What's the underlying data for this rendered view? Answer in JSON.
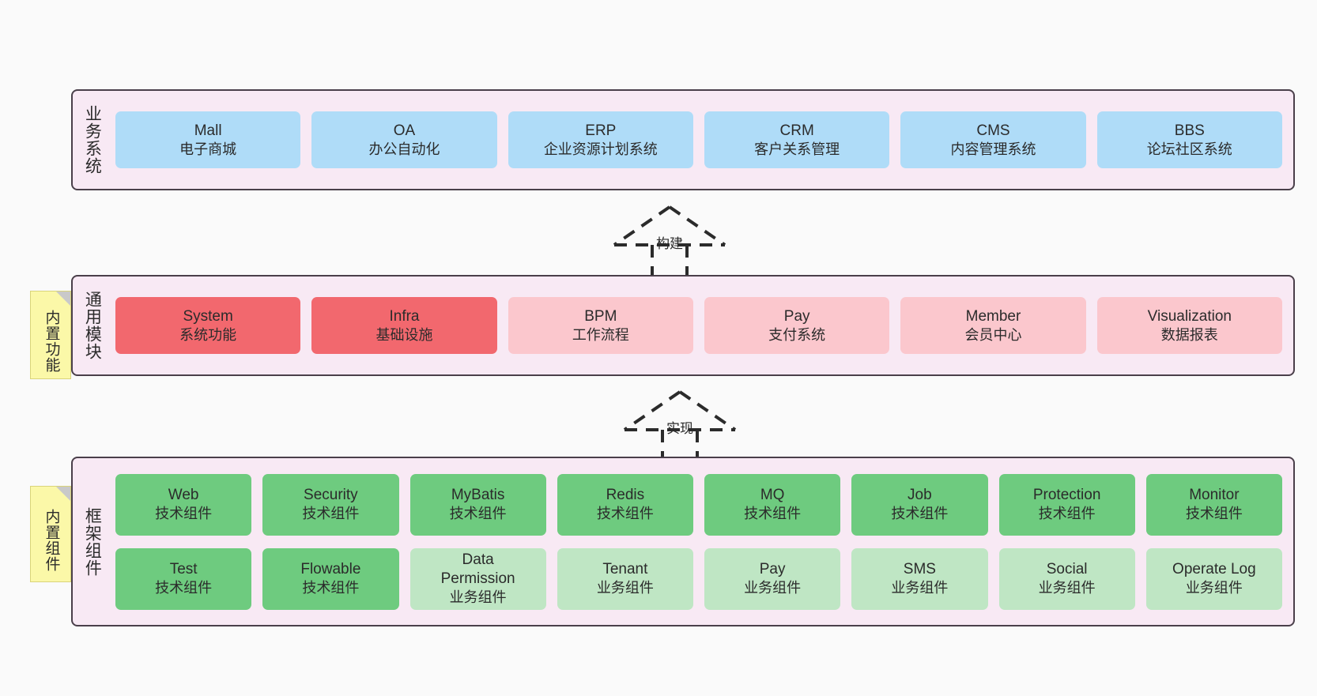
{
  "diagram": {
    "title_note_top": "内置功能",
    "title_note_bottom": "内置组件",
    "colors": {
      "layer_bg": "#f8e9f4",
      "layer_border": "#4a3f4a",
      "business_box": "#afdcf8",
      "core_module_box": "#f2686e",
      "module_box": "#fbc7cd",
      "tech_component_box": "#6ecb7f",
      "biz_component_box": "#bfe6c4",
      "note_bg": "#fbf8a8",
      "canvas_bg": "#fafafa"
    }
  },
  "layers": {
    "business": {
      "title": "业务系统",
      "items": [
        {
          "name": "Mall",
          "desc": "电子商城"
        },
        {
          "name": "OA",
          "desc": "办公自动化"
        },
        {
          "name": "ERP",
          "desc": "企业资源计划系统"
        },
        {
          "name": "CRM",
          "desc": "客户关系管理"
        },
        {
          "name": "CMS",
          "desc": "内容管理系统"
        },
        {
          "name": "BBS",
          "desc": "论坛社区系统"
        }
      ]
    },
    "common": {
      "title": "通用模块",
      "items": [
        {
          "name": "System",
          "desc": "系统功能"
        },
        {
          "name": "Infra",
          "desc": "基础设施"
        },
        {
          "name": "BPM",
          "desc": "工作流程"
        },
        {
          "name": "Pay",
          "desc": "支付系统"
        },
        {
          "name": "Member",
          "desc": "会员中心"
        },
        {
          "name": "Visualization",
          "desc": "数据报表"
        }
      ]
    },
    "framework": {
      "title": "框架组件",
      "row1": [
        {
          "name": "Web",
          "desc": "技术组件"
        },
        {
          "name": "Security",
          "desc": "技术组件"
        },
        {
          "name": "MyBatis",
          "desc": "技术组件"
        },
        {
          "name": "Redis",
          "desc": "技术组件"
        },
        {
          "name": "MQ",
          "desc": "技术组件"
        },
        {
          "name": "Job",
          "desc": "技术组件"
        },
        {
          "name": "Protection",
          "desc": "技术组件"
        },
        {
          "name": "Monitor",
          "desc": "技术组件"
        }
      ],
      "row2": [
        {
          "name": "Test",
          "name2": "",
          "desc": "技术组件"
        },
        {
          "name": "Flowable",
          "name2": "",
          "desc": "技术组件"
        },
        {
          "name": "Data",
          "name2": "Permission",
          "desc": "业务组件"
        },
        {
          "name": "Tenant",
          "name2": "",
          "desc": "业务组件"
        },
        {
          "name": "Pay",
          "name2": "",
          "desc": "业务组件"
        },
        {
          "name": "SMS",
          "name2": "",
          "desc": "业务组件"
        },
        {
          "name": "Social",
          "name2": "",
          "desc": "业务组件"
        },
        {
          "name": "Operate Log",
          "name2": "",
          "desc": "业务组件"
        }
      ]
    }
  },
  "arrows": {
    "build": "构建",
    "implement": "实现"
  }
}
